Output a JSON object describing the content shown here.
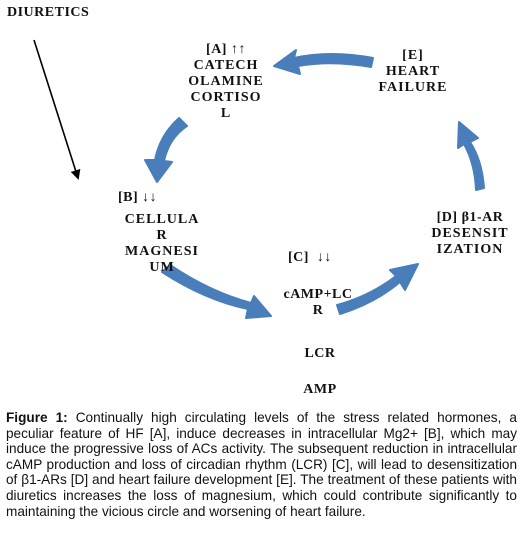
{
  "diagram": {
    "top_left_label": "DIURETICS",
    "nodes": {
      "A": {
        "tag": "[A] ↑↑",
        "lines": [
          "CATECH",
          "OLAMINE",
          "CORTISO",
          "L"
        ]
      },
      "E": {
        "lines": [
          "[E]",
          "HEART",
          "FAILURE"
        ]
      },
      "B": {
        "tag": "[B] ↓↓",
        "lines": [
          "CELLULA",
          "R",
          "MAGNESI",
          "UM"
        ]
      },
      "D": {
        "lines": [
          "[D] β1-AR",
          "DESENSIT",
          "IZATION"
        ]
      },
      "C": {
        "tag": "[C]  ↓↓",
        "lines": [
          "cAMP+LC",
          "R"
        ],
        "extra1": "LCR",
        "extra2": "AMP"
      }
    },
    "arrow_color": "#4a7ebb"
  },
  "caption": {
    "label": "Figure 1:",
    "text": " Continually high circulating levels of the stress related hormones, a peculiar feature of HF [A], induce decreases in intracellular Mg2+ [B], which may induce the progressive loss of ACs activity. The subsequent reduction in intracellular cAMP production and loss of circadian rhythm (LCR) [C], will lead to desensitization of β1-ARs [D] and heart failure development [E]. The treatment of these patients with diuretics increases the loss of magnesium, which could contribute significantly to maintaining the vicious circle and worsening of heart failure."
  }
}
